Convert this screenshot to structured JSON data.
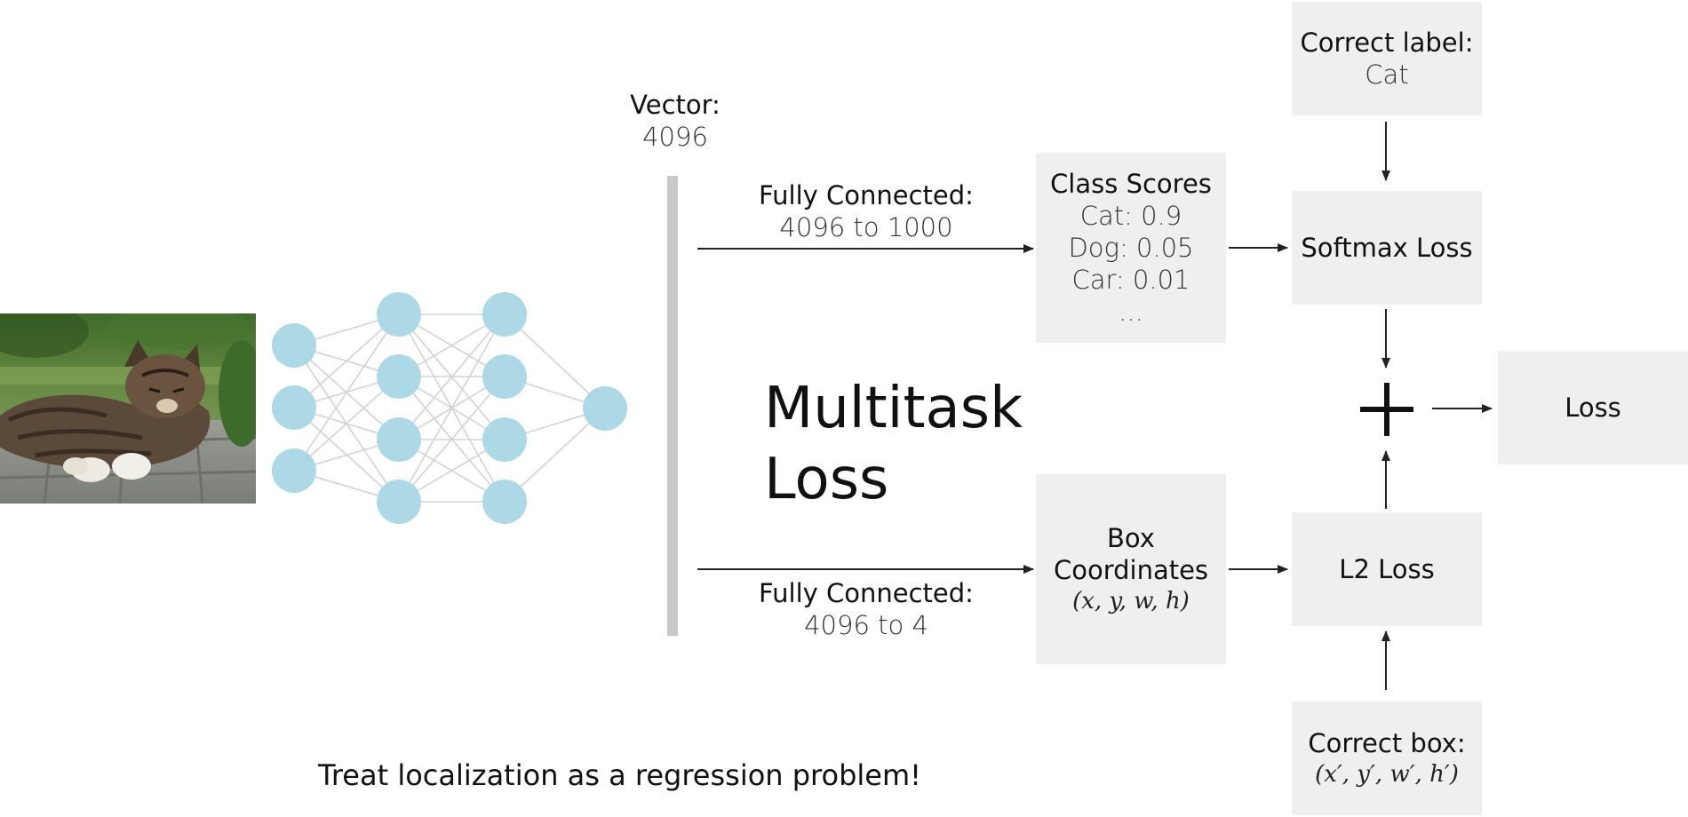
{
  "vector": {
    "title": "Vector:",
    "size": "4096"
  },
  "fc_top": {
    "title": "Fully Connected:",
    "detail": "4096 to 1000"
  },
  "fc_bottom": {
    "title": "Fully Connected:",
    "detail": "4096 to 4"
  },
  "class_scores": {
    "title": "Class Scores",
    "lines": [
      "Cat: 0.9",
      "Dog: 0.05",
      "Car: 0.01",
      "..."
    ]
  },
  "box_coords": {
    "line1": "Box",
    "line2": "Coordinates",
    "math": "(x, y, w, h)"
  },
  "correct_label": {
    "title": "Correct label:",
    "value": "Cat"
  },
  "softmax": {
    "label": "Softmax Loss"
  },
  "l2": {
    "label": "L2 Loss"
  },
  "correct_box": {
    "title": "Correct box:",
    "math": "(x′, y′, w′, h′)"
  },
  "plus_symbol": "+",
  "loss": {
    "label": "Loss"
  },
  "headline": "Multitask Loss",
  "footnote": "Treat localization as a regression problem!",
  "colors": {
    "neuron": "#add8e6",
    "box_bg": "#efefef",
    "vector_bar": "#c8c8c8",
    "arrow": "#222222"
  }
}
